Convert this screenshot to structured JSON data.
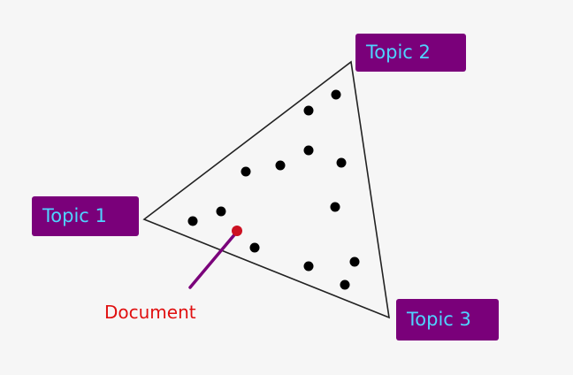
{
  "topics": [
    {
      "label": "Topic 1"
    },
    {
      "label": "Topic 2"
    },
    {
      "label": "Topic 3"
    }
  ],
  "document": {
    "label": "Document"
  },
  "colors": {
    "background": "#f6f6f6",
    "topic_box": "#7a007a",
    "topic_text": "#4fd3ff",
    "document_point": "#cc1122",
    "document_pointer": "#7a007a",
    "document_text": "#e01010",
    "points": "#000000",
    "triangle_edge": "#222222"
  }
}
